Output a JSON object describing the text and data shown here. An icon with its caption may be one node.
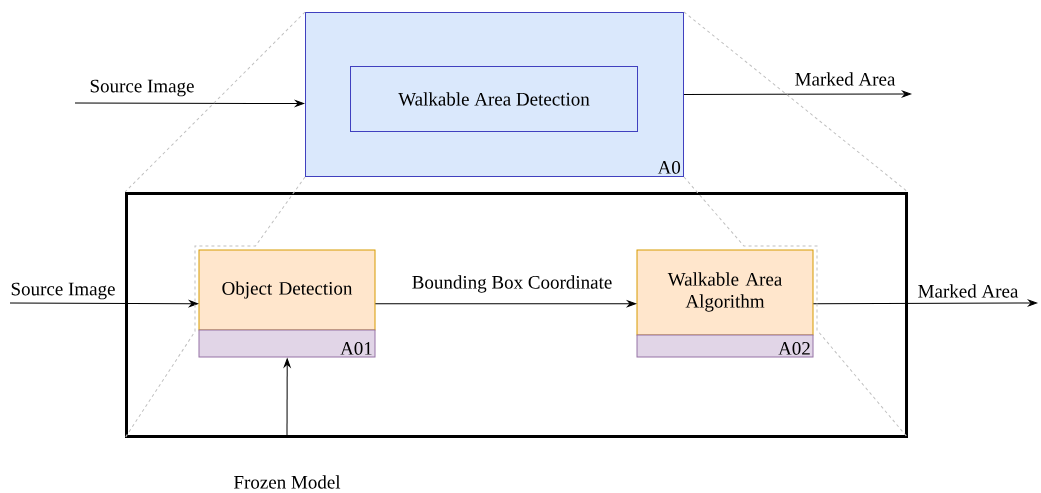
{
  "diagram": {
    "nodes": [
      {
        "text": [
          "A0"
        ]
      },
      {
        "text": [
          "Walkable Area Detection"
        ],
        "in": 0
      },
      {
        "text": [],
        "shape": "box"
      },
      {
        "text": [
          "Object Detection",
          "A01"
        ],
        "in": 2
      },
      {
        "text": [
          "Walkable Area Algorithm",
          "A02"
        ],
        "in": 2
      }
    ],
    "edges": [
      {
        "from": null,
        "to": 0,
        "arrow": "to",
        "label": "Source Image"
      },
      {
        "from": 0,
        "to": null,
        "arrow": "to",
        "label": "Marked Area"
      },
      {
        "from": null,
        "to": 3,
        "arrow": "to",
        "label": "Source Image"
      },
      {
        "from": 3,
        "to": 4,
        "arrow": "to",
        "label": "Bounding Box Coordinate"
      },
      {
        "from": 4,
        "to": null,
        "arrow": "to",
        "label": "Marked Area"
      },
      {
        "from": null,
        "to": 3,
        "arrow": "to",
        "label": "Frozen Model"
      },
      {
        "from": 0,
        "to": 2,
        "arrow": "none",
        "style": "dashed",
        "color": "#c0c0c0"
      },
      {
        "from": 0,
        "to": 2,
        "arrow": "none",
        "style": "dashed",
        "color": "#c0c0c0"
      },
      {
        "from": 0,
        "to": 2,
        "arrow": "none",
        "style": "dashed",
        "color": "#c0c0c0"
      },
      {
        "from": 0,
        "to": 2,
        "arrow": "none",
        "style": "dashed",
        "color": "#c0c0c0"
      }
    ]
  }
}
